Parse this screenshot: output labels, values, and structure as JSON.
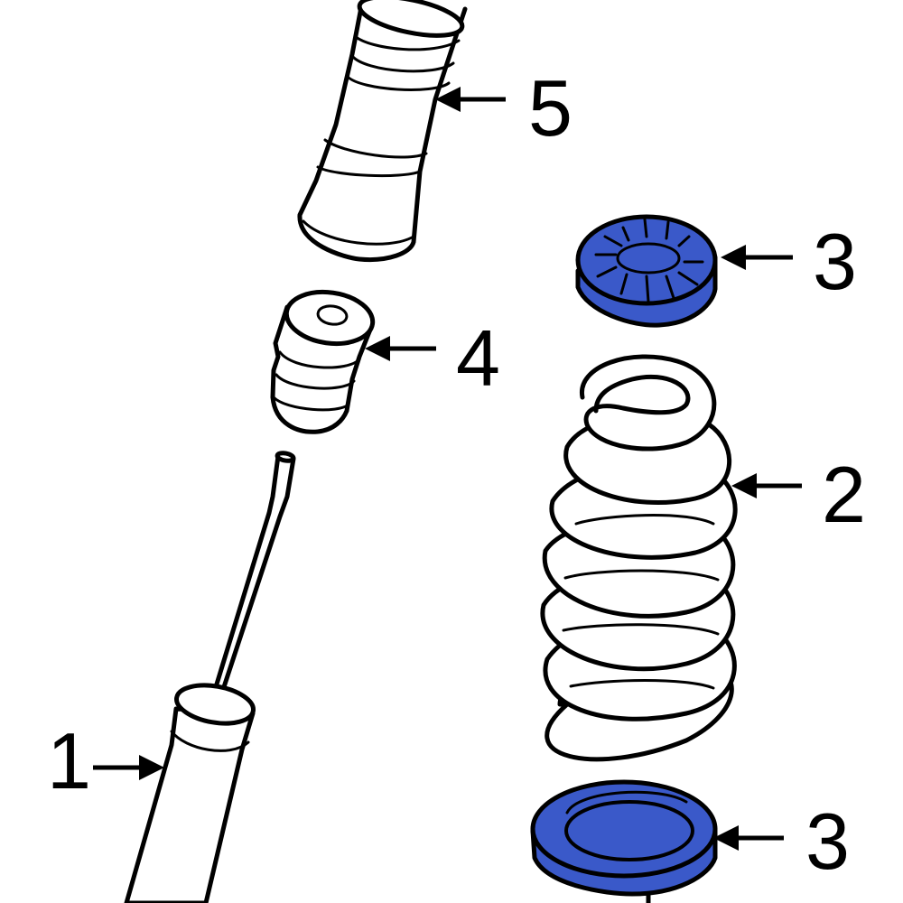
{
  "colors": {
    "line": "#000000",
    "part_fill": "#ffffff",
    "highlight": "#3a59c9",
    "background": "#ffffff"
  },
  "callouts": {
    "shock_absorber": "1",
    "coil_spring": "2",
    "upper_spring_seat": "3",
    "lower_spring_seat": "3",
    "bump_stop": "4",
    "dust_boot": "5"
  }
}
